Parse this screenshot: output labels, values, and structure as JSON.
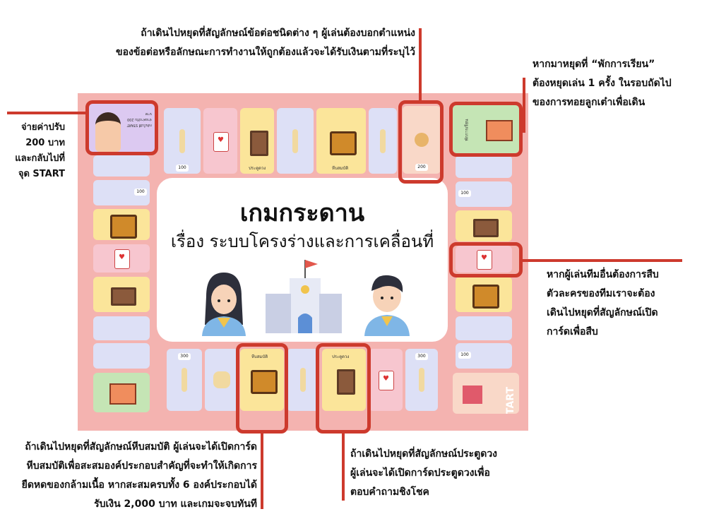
{
  "center": {
    "title": "เกมกระดาน",
    "subtitle": "เรื่อง ระบบโครงร่างและการเคลื่อนที่"
  },
  "tiles": {
    "start": "START",
    "rest": "พักการเรียน",
    "fine": "กลับไปที่ START จ่ายค่าปรับ 200 บาท",
    "chest": "หีบสมบัติ",
    "door": "ประตูดวง",
    "bone_value": "300",
    "value_100": "100",
    "value_200": "200"
  },
  "annotations": {
    "top_center": {
      "line1": "ถ้าเดินไปหยุดที่สัญลักษณ์ข้อต่อชนิดต่าง ๆ ผู้เล่นต้องบอกตำแหน่ง",
      "line2": "ของข้อต่อหรือลักษณะการทำงานให้ถูกต้องแล้วจะได้รับเงินตามที่ระบุไว้"
    },
    "top_right": {
      "line1": "หากมาหยุดที่ “พักการเรียน”",
      "line2": "ต้องหยุดเล่น 1 ครั้ง ในรอบถัดไป",
      "line3": "ของการทอยลูกเต๋าเพื่อเดิน"
    },
    "left": {
      "line1": "จ่ายค่าปรับ",
      "line2": "200 บาท",
      "line3": "และกลับไปที่",
      "line4": "จุด START"
    },
    "right_middle": {
      "line1": "หากผู้เล่นทีมอื่นต้องการสืบ",
      "line2": "ตัวละครของทีมเราจะต้อง",
      "line3": "เดินไปหยุดที่สัญลักษณ์เปิด",
      "line4": "การ์ดเพื่อสืบ"
    },
    "bottom_left": {
      "line1": "ถ้าเดินไปหยุดที่สัญลักษณ์หีบสมบัติ ผู้เล่นจะได้เปิดการ์ด",
      "line2": "หีบสมบัติเพื่อสะสมองค์ประกอบสำคัญที่จะทำให้เกิดการ",
      "line3": "ยืดหดของกล้ามเนื้อ หากสะสมครบทั้ง 6 องค์ประกอบได้",
      "line4": "รับเงิน 2,000 บาท และเกมจะจบทันที"
    },
    "bottom_right": {
      "line1": "ถ้าเดินไปหยุดที่สัญลักษณ์ประตูดวง",
      "line2": "ผู้เล่นจะได้เปิดการ์ดประตูดวงเพื่อ",
      "line3": "ตอบคำถามชิงโชค"
    }
  },
  "colors": {
    "highlight": "#cd3a2d",
    "board": "#f4b3b0"
  }
}
